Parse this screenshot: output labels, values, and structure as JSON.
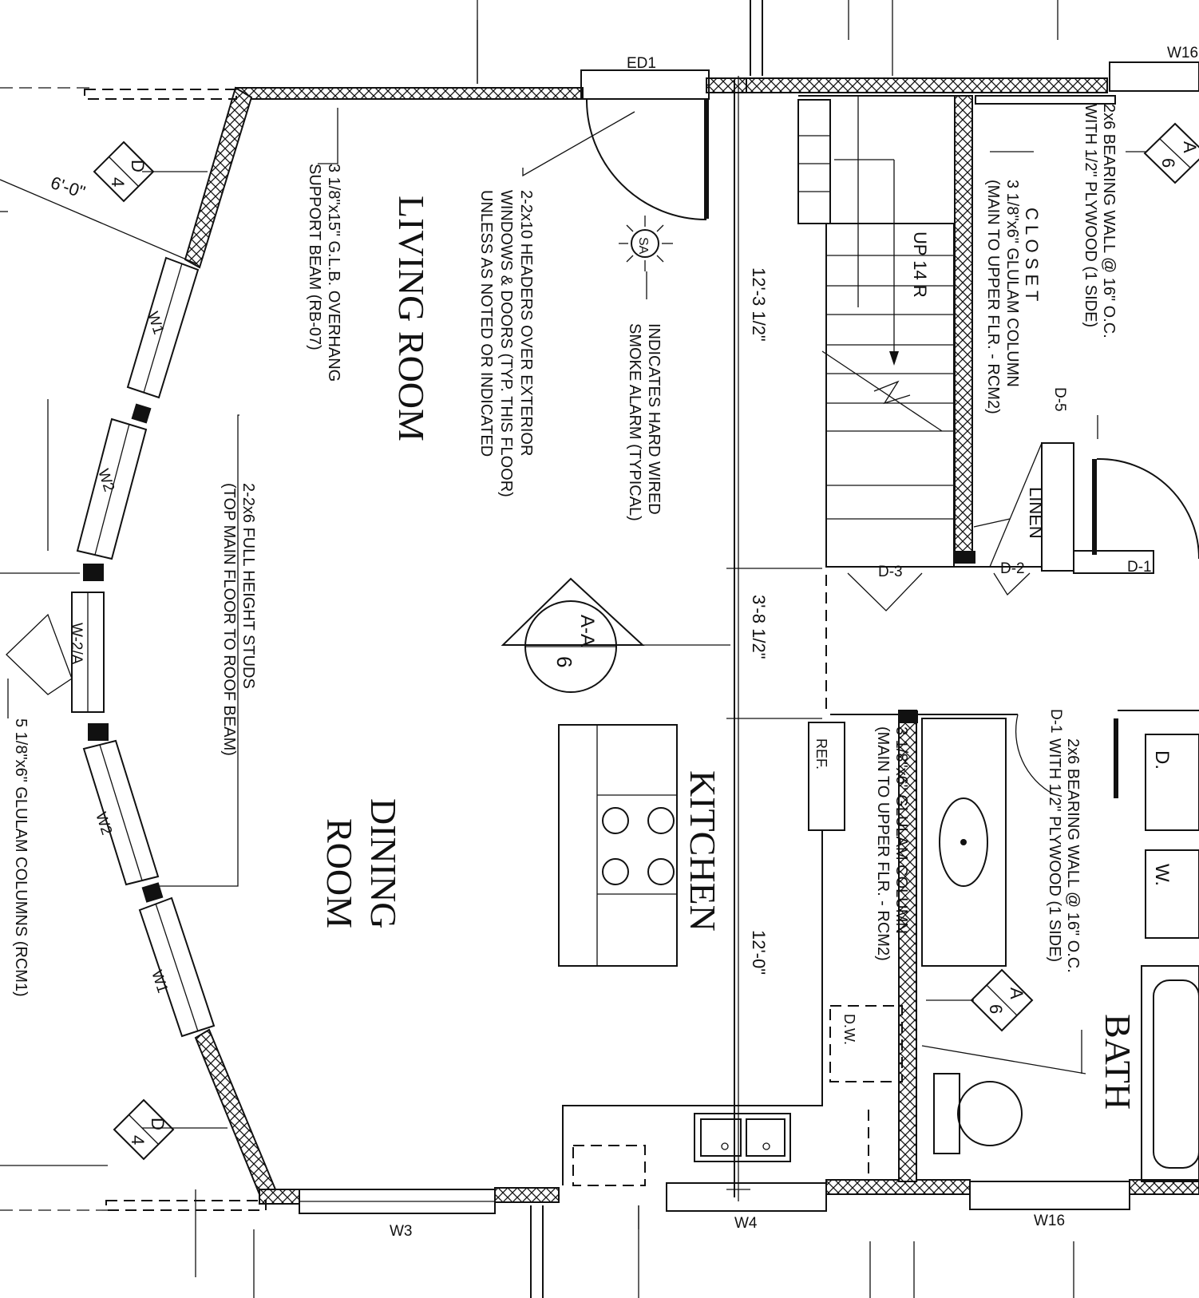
{
  "rooms": {
    "living_room": "LIVING ROOM",
    "dining_room_line1": "DINING",
    "dining_room_line2": "ROOM",
    "kitchen": "KITCHEN",
    "bath": "BATH",
    "closet": "C L O S E T",
    "linen": "LINEN"
  },
  "notes": {
    "beam_line1": "3 1/8\"x15\" G.L.B. OVERHANG",
    "beam_line2": "SUPPORT BEAM (RB-07)",
    "headers_line1": "2-2x10 HEADERS OVER EXTERIOR",
    "headers_line2": "WINDOWS & DOORS (TYP. THIS FLOOR)",
    "headers_line3": "UNLESS AS NOTED OR INDICATED",
    "smoke_line1": "INDICATES HARD WIRED",
    "smoke_line2": "SMOKE ALARM (TYPICAL)",
    "studs_line1": "2-2x6 FULL HEIGHT STUDS",
    "studs_line2": "(TOP MAIN FLOOR TO ROOF BEAM)",
    "glulam_columns": "5 1/8\"x6\" GLULAM COLUMNS (RCM1)",
    "bearing_top_line1": "2x6 BEARING WALL @ 16\" O.C.",
    "bearing_top_line2": "WITH 1/2\" PLYWOOD (1 SIDE)",
    "glulam_top_line1": "3 1/8\"x6\" GLULAM COLUMN",
    "glulam_top_line2": "(MAIN TO UPPER FLR. - RCM2)",
    "bearing_bottom_line1": "2x6 BEARING WALL @ 16\" O.C.",
    "bearing_bottom_line2": "WITH 1/2\" PLYWOOD (1 SIDE)",
    "glulam_bottom_line1": "3 1/8\"x6\" GLULAM COLUMN",
    "glulam_bottom_line2": "(MAIN TO UPPER FLR. - RCM2)",
    "stairs": "UP 14 R"
  },
  "dimensions": {
    "top": "12'-3 1/2\"",
    "middle": "3'-8 1/2\"",
    "bottom": "12'-0\"",
    "left": "6'-0\""
  },
  "tags": {
    "ed1": "ED1",
    "w16_top": "W16",
    "w16_bottom": "W16",
    "w1_top": "W1",
    "w2_top": "W2",
    "w2a": "W-2/A",
    "w2_bottom": "W2",
    "w1_bottom": "W1",
    "w3": "W3",
    "w4": "W4",
    "d5": "D-5",
    "d3": "D-3",
    "d2": "D-2",
    "d1_right": "D-1",
    "d1_bath": "D-1",
    "sa": "SA",
    "ref": "REF.",
    "dw": "D.W.",
    "d_box": "D.",
    "w_box": "W."
  },
  "section_markers": {
    "d4_top": {
      "letter": "D",
      "number": "4"
    },
    "d4_bottom": {
      "letter": "D",
      "number": "4"
    },
    "a6_top": {
      "letter": "A",
      "number": "6"
    },
    "a6_bath": {
      "letter": "A",
      "number": "6"
    },
    "aa6": {
      "letter": "A-A",
      "number": "6"
    }
  }
}
